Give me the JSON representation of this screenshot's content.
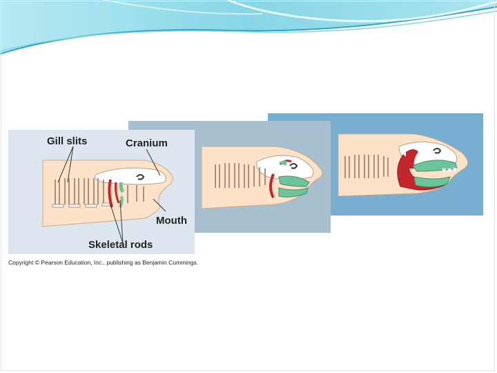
{
  "figure": {
    "labels": {
      "gill_slits": "Gill slits",
      "cranium": "Cranium",
      "mouth": "Mouth",
      "skeletal_rods": "Skeletal rods"
    },
    "copyright": "Copyright © Pearson Education, Inc., publishing as Benjamin Cummings."
  },
  "colors": {
    "panel_1_bg": "#dde6ee",
    "panel_2_bg": "#a8bfd0",
    "panel_3_bg": "#78aed0",
    "body_tan": "#fbe2c8",
    "body_outline": "#c9a98c",
    "cranium": "#ffffff",
    "skeletal_rod_red": "#c4262e",
    "jaw_green": "#6cc49a",
    "wave_cyan": "#6fd0e2",
    "wave_teal": "#3aa9c4"
  }
}
